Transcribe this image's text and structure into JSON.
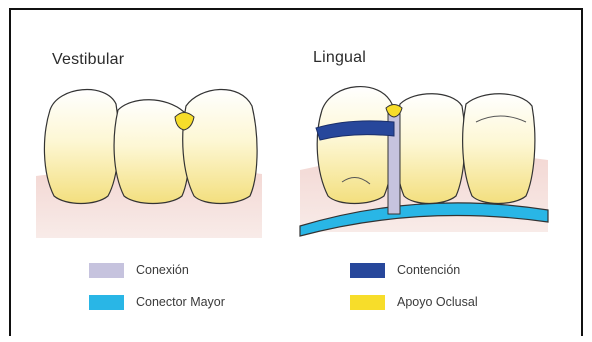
{
  "panels": {
    "left_title": "Vestibular",
    "right_title": "Lingual"
  },
  "legend": [
    {
      "label": "Conexión",
      "color": "#c6c3de"
    },
    {
      "label": "Conector Mayor",
      "color": "#29b6e6"
    },
    {
      "label": "Contención",
      "color": "#27479b"
    },
    {
      "label": "Apoyo Oclusal",
      "color": "#f7dd2a"
    }
  ],
  "colors": {
    "gum": "#f2d6d4",
    "tooth_fill": "#fdf9e0",
    "tooth_shade": "#f4e38a",
    "outline": "#333333"
  }
}
